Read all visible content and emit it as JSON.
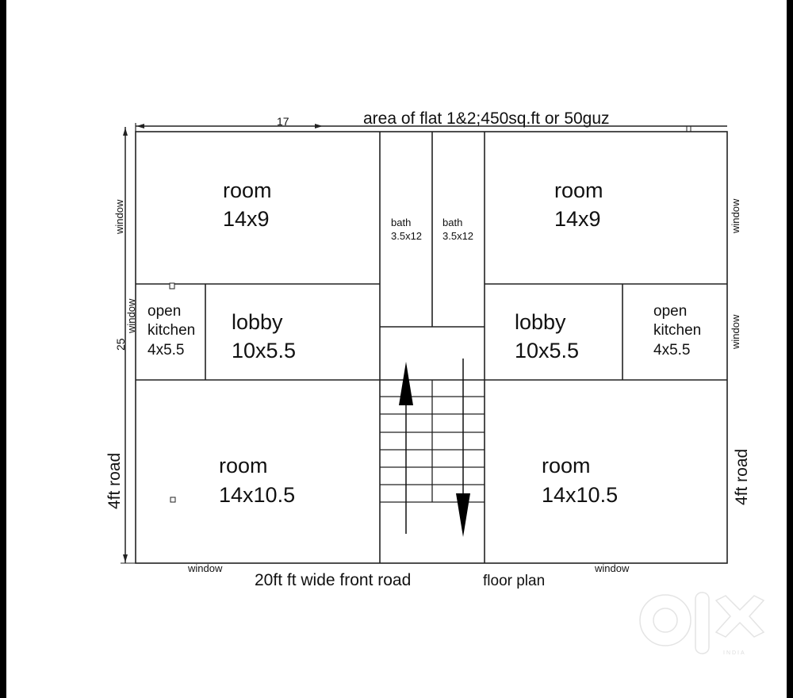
{
  "title": "area of flat 1&2;450sq.ft or 50guz",
  "dimensions": {
    "width_label": "17",
    "height_label": "25"
  },
  "rooms": {
    "top_left_room": {
      "name": "room",
      "size": "14x9"
    },
    "top_right_room": {
      "name": "room",
      "size": "14x9"
    },
    "bath_left": {
      "name": "bath",
      "size": "3.5x12"
    },
    "bath_right": {
      "name": "bath",
      "size": "3.5x12"
    },
    "kitchen_left": {
      "line1": "open",
      "line2": "kitchen",
      "size": "4x5.5"
    },
    "kitchen_right": {
      "line1": "open",
      "line2": "kitchen",
      "size": "4x5.5"
    },
    "lobby_left": {
      "name": "lobby",
      "size": "10x5.5"
    },
    "lobby_right": {
      "name": "lobby",
      "size": "10x5.5"
    },
    "bottom_left_room": {
      "name": "room",
      "size": "14x10.5"
    },
    "bottom_right_room": {
      "name": "room",
      "size": "14x10.5"
    }
  },
  "labels": {
    "window": "window",
    "side_road": "4ft road",
    "front_road": "20ft ft wide front road",
    "floor_plan": "floor plan"
  },
  "watermark": {
    "brand": "olx",
    "region": "INDIA"
  }
}
